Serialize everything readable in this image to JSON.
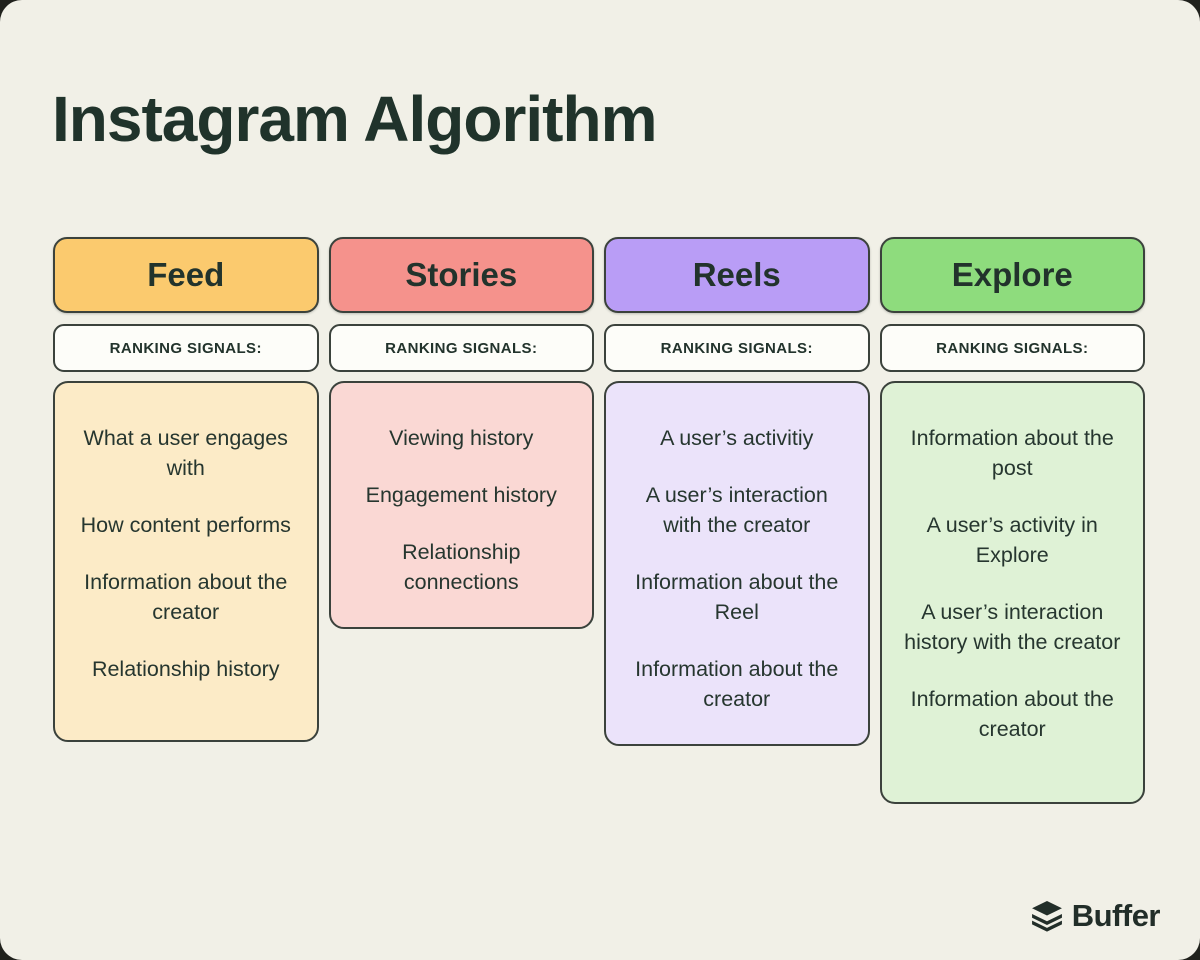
{
  "page": {
    "title": "Instagram Algorithm",
    "background_color": "#F1F0E7",
    "text_color": "#22332C",
    "border_color": "#3B423C"
  },
  "ranking_signals_label": "RANKING SIGNALS:",
  "columns": [
    {
      "label": "Feed",
      "header_color": "#FBCA6E",
      "body_color": "#FCEBC7",
      "items": [
        "What a user engages with",
        "How content performs",
        "Information about the creator",
        "Relationship history"
      ]
    },
    {
      "label": "Stories",
      "header_color": "#F5928C",
      "body_color": "#FAD8D4",
      "items": [
        "Viewing history",
        "Engagement history",
        "Relationship connections"
      ]
    },
    {
      "label": "Reels",
      "header_color": "#B99DF6",
      "body_color": "#EBE3FA",
      "items": [
        "A user’s activitiy",
        "A user’s interaction with the creator",
        "Information about the Reel",
        "Information about the creator"
      ]
    },
    {
      "label": "Explore",
      "header_color": "#8EDC7D",
      "body_color": "#DFF2D6",
      "items": [
        "Information about the post",
        "A user’s activity in Explore",
        "A user’s interaction history with the creator",
        "Information about the creator"
      ]
    }
  ],
  "footer": {
    "brand": "Buffer",
    "logo_icon": "buffer-stacked-layers-icon",
    "brand_color": "#222E29"
  }
}
